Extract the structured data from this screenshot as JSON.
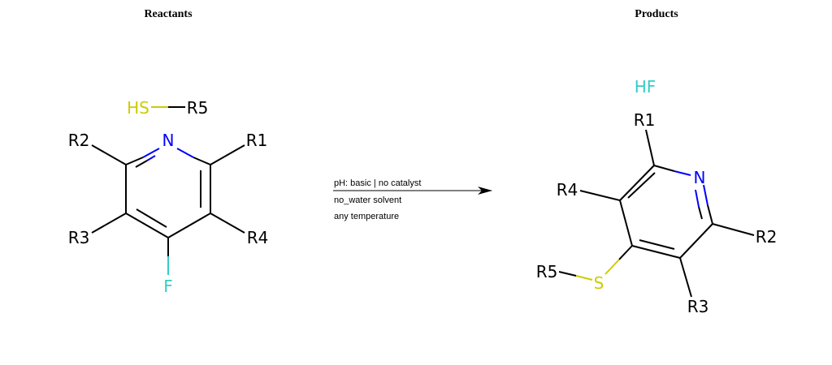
{
  "headings": {
    "reactants": "Reactants",
    "products": "Products"
  },
  "reactants": {
    "thiol": {
      "hs": "HS",
      "r": "R5"
    },
    "pyridine": {
      "n": "N",
      "r1": "R1",
      "r2": "R2",
      "r3": "R3",
      "r4": "R4",
      "f": "F"
    }
  },
  "arrow": {
    "conditions": [
      "pH: basic | no catalyst",
      "no_water solvent",
      "any temperature"
    ]
  },
  "products": {
    "hf": "HF",
    "pyridine": {
      "n": "N",
      "r1": "R1",
      "r2": "R2",
      "r3": "R3",
      "r4": "R4",
      "s": "S",
      "r5": "R5"
    }
  },
  "colors": {
    "carbon_bond": "#000000",
    "nitrogen": "#0000ff",
    "sulfur": "#cccc00",
    "fluorine": "#33cccc"
  }
}
